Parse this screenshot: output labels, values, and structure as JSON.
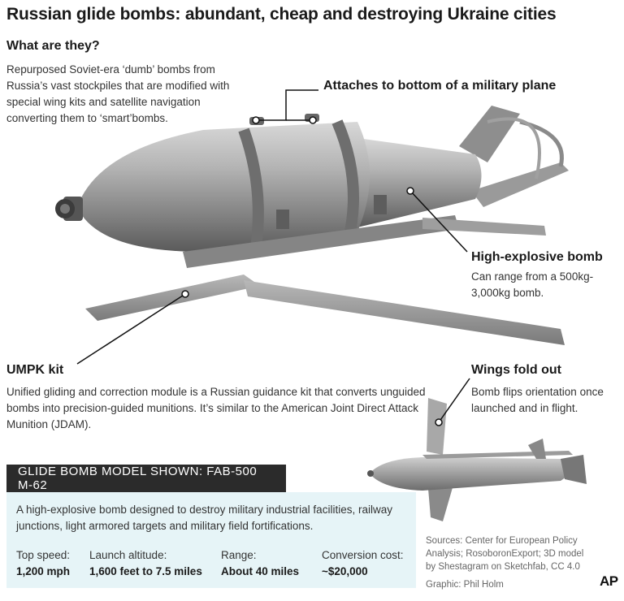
{
  "title": "Russian glide bombs: abundant, cheap and destroying Ukraine cities",
  "what": {
    "heading": "What are they?",
    "body": "Repurposed Soviet-era ‘dumb’ bombs from Russia’s vast stockpiles that are modified with special wing kits and satellite navigation converting them to ‘smart’bombs."
  },
  "callouts": {
    "attach": "Attaches to bottom of a military plane",
    "high_explosive": {
      "heading": "High-explosive bomb",
      "body": "Can range from a 500kg-3,000kg bomb."
    },
    "umpk": {
      "heading": "UMPK kit",
      "body": "Unified gliding and correction module is a Russian guidance kit that converts unguided bombs into precision-guided munitions. It’s similar to the American Joint Direct Attack Munition (JDAM)."
    },
    "wings": {
      "heading": "Wings fold out",
      "body": "Bomb flips orientation once launched and in flight."
    }
  },
  "model": {
    "banner": "GLIDE BOMB MODEL SHOWN: FAB-500 M-62",
    "description": "A high-explosive bomb designed to destroy military industrial facilities, railway junctions, light armored targets and military field fortifications.",
    "stats": [
      {
        "label": "Top speed:",
        "value": "1,200 mph"
      },
      {
        "label": "Launch altitude:",
        "value": "1,600 feet to 7.5 miles"
      },
      {
        "label": "Range:",
        "value": "About 40 miles"
      },
      {
        "label": "Conversion cost:",
        "value": "~$20,000"
      }
    ]
  },
  "sources": "Sources: Center for European Policy Analysis; RosoboronExport; 3D model by Shestagram on Sketchfab, CC 4.0",
  "credit": "Graphic: Phil Holm",
  "logo": "AP",
  "colors": {
    "info_box_bg": "#e6f4f7",
    "banner_bg": "#2b2b2b",
    "bomb_metal": "#9a9a9a"
  }
}
